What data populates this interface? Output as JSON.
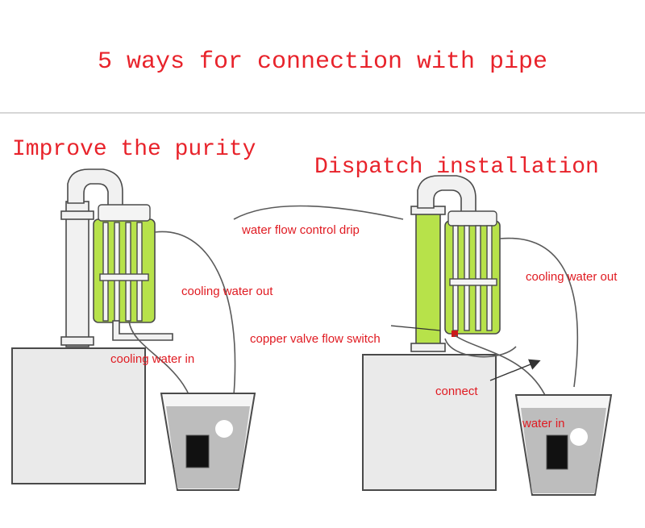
{
  "title": "5 ways for connection with pipe",
  "left_panel": {
    "heading": "Improve the purity",
    "labels": {
      "cooling_out": "cooling water out",
      "cooling_in": "cooling water in"
    }
  },
  "right_panel": {
    "heading": "Dispatch installation",
    "labels": {
      "drip": "water flow control drip",
      "cooling_out": "cooling water out",
      "valve": "copper valve flow switch",
      "connect": "connect",
      "water_in": "water in"
    }
  },
  "colors": {
    "accent_text": "#e01b22",
    "condenser_green": "#b7e24a",
    "valve_red": "#cc1b1b"
  },
  "icons": [
    "pump-icon",
    "bubble-icon",
    "arrow-icon"
  ]
}
